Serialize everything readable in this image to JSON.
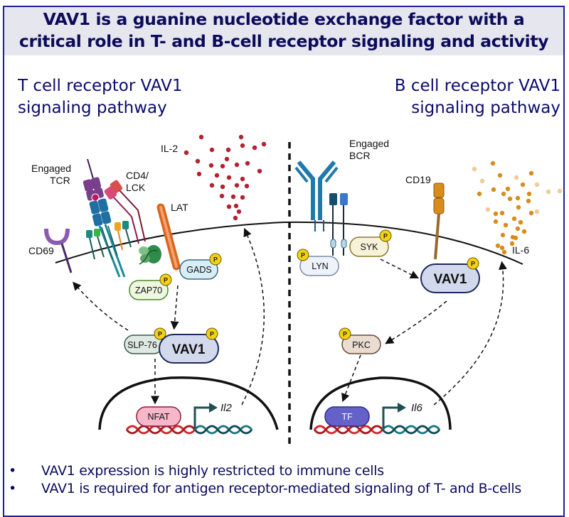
{
  "title": {
    "line1": "VAV1 is a guanine nucleotide exchange factor with a",
    "line2": "critical role in T- and B-cell receptor signaling and activity"
  },
  "t_panel": {
    "title_line1": "T cell receptor VAV1",
    "title_line2": "signaling pathway",
    "labels": {
      "engaged_tcr_1": "Engaged",
      "engaged_tcr_2": "TCR",
      "cd4_lck_1": "CD4/",
      "cd4_lck_2": "LCK",
      "lat": "LAT",
      "il2": "IL-2",
      "cd69": "CD69",
      "gads": "GADS",
      "zap70": "ZAP70",
      "slp76": "SLP-76",
      "vav1": "VAV1",
      "nfat": "NFAT",
      "gene": "Il2",
      "phospho": "P"
    }
  },
  "b_panel": {
    "title_line1": "B cell receptor VAV1",
    "title_line2": "signaling pathway",
    "labels": {
      "engaged_bcr_1": "Engaged",
      "engaged_bcr_2": "BCR",
      "cd19": "CD19",
      "il6": "IL-6",
      "lyn": "LYN",
      "syk": "SYK",
      "vav1": "VAV1",
      "pkc": "PKC",
      "tf": "TF",
      "gene": "Il6",
      "phospho": "P"
    }
  },
  "bullets": [
    "VAV1 expression is highly restricted to immune cells",
    "VAV1 is required for antigen receptor-mediated signaling of T- and B-cells"
  ],
  "bullet_symbol": "•",
  "colors": {
    "title_text": "#0b0b5c",
    "border": "#1f1f99",
    "title_bg": "#e6e6ee",
    "il2_dots": "#b3232f",
    "il6_dots": "#d98c1a",
    "vav1_fill": "#d3d9ec",
    "phospho": "#f5d20f"
  }
}
